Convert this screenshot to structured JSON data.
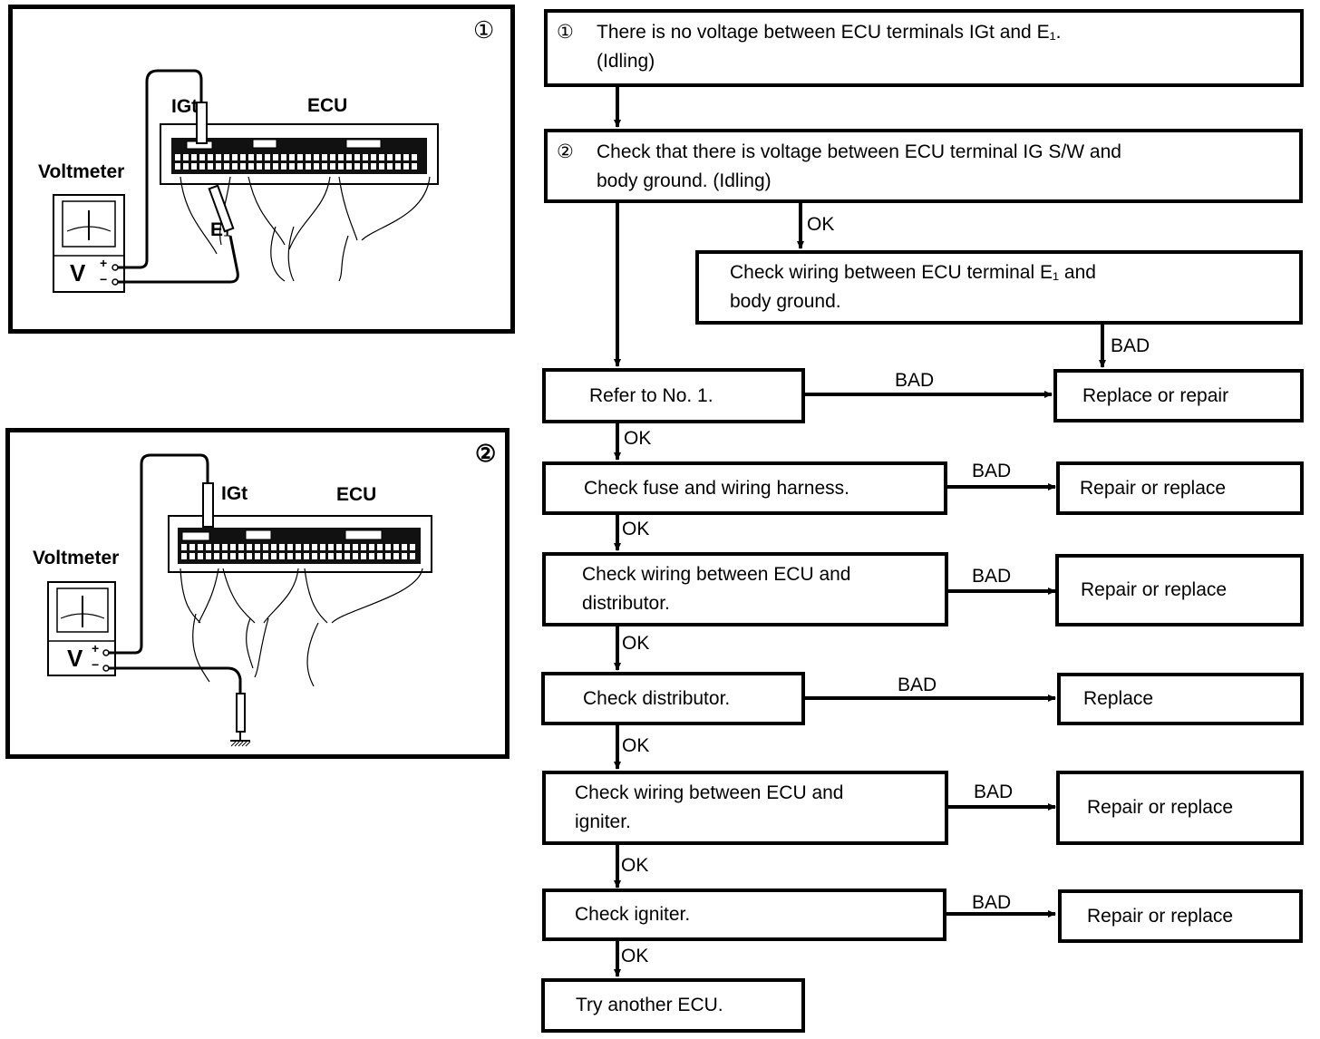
{
  "figures": [
    {
      "number": "①",
      "voltmeter_label": "Voltmeter",
      "meter_symbol": "V",
      "plus": "+",
      "minus": "−",
      "probe_positive_label": "IGt",
      "probe_negative_label": "E₁",
      "ecu_label": "ECU"
    },
    {
      "number": "②",
      "voltmeter_label": "Voltmeter",
      "meter_symbol": "V",
      "plus": "+",
      "minus": "−",
      "probe_positive_label": "IGt",
      "ground_label": "body ground",
      "ecu_label": "ECU"
    }
  ],
  "flow": {
    "step1": {
      "number": "①",
      "text": "There is no voltage between ECU terminals IGt and E₁.\n(Idling)"
    },
    "step2": {
      "number": "②",
      "text": "Check that there is voltage between ECU terminal IG S/W and\nbody ground. (Idling)"
    },
    "e1_check": "Check wiring between ECU terminal E₁ and\nbody ground.",
    "refer": "Refer to No. 1.",
    "replace_or_repair": "Replace or repair",
    "fuse": "Check fuse and wiring harness.",
    "fuse_result": "Repair or replace",
    "dist_wiring": "Check wiring between ECU and\ndistributor.",
    "dist_wiring_result": "Repair or replace",
    "dist": "Check distributor.",
    "dist_result": "Replace",
    "igniter_wiring": "Check wiring between ECU and\nigniter.",
    "igniter_wiring_result": "Repair or replace",
    "igniter": "Check igniter.",
    "igniter_result": "Repair or replace",
    "final": "Try another ECU.",
    "ok": "OK",
    "bad": "BAD"
  }
}
